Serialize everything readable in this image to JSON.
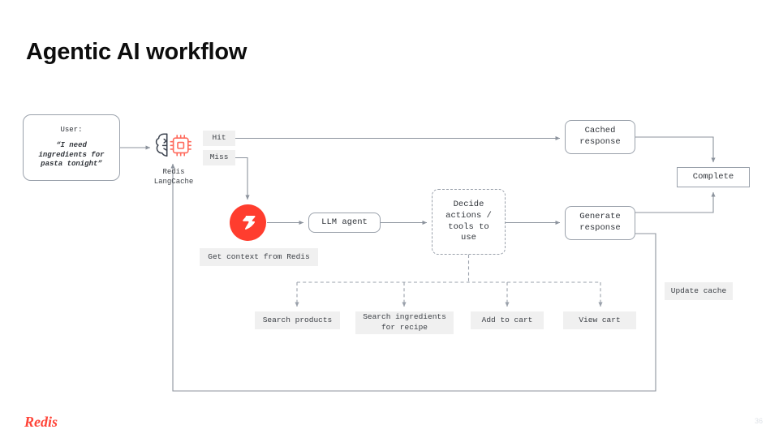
{
  "slide": {
    "title": "Agentic AI workflow",
    "page_number": "36",
    "brand": "Redis",
    "colors": {
      "brand_red": "#ff4438",
      "stroke": "#9aa1ab",
      "chip_bg": "#f0f0f0",
      "text": "#30343a",
      "title": "#0d0d0d",
      "page_number": "#dfe3e8"
    }
  },
  "nodes": {
    "user": {
      "heading": "User:",
      "quote": "“I need\ningredients for\npasta tonight”"
    },
    "langcache": {
      "label": "Redis\nLangCache",
      "icon_brain": "brain-icon",
      "icon_chip": "cpu-chip-icon"
    },
    "hit": {
      "label": "Hit"
    },
    "miss": {
      "label": "Miss"
    },
    "cached_response": {
      "label": "Cached\nresponse"
    },
    "complete": {
      "label": "Complete"
    },
    "redis_db": {
      "icon": "redis-logo-icon"
    },
    "get_context": {
      "label": "Get context from Redis"
    },
    "llm_agent": {
      "label": "LLM agent"
    },
    "decide": {
      "label": "Decide\nactions /\ntools to\nuse"
    },
    "generate_response": {
      "label": "Generate\nresponse"
    },
    "update_cache": {
      "label": "Update cache"
    }
  },
  "tools": [
    {
      "label": "Search products"
    },
    {
      "label": "Search ingredients\nfor recipe"
    },
    {
      "label": "Add to cart"
    },
    {
      "label": "View cart"
    }
  ]
}
